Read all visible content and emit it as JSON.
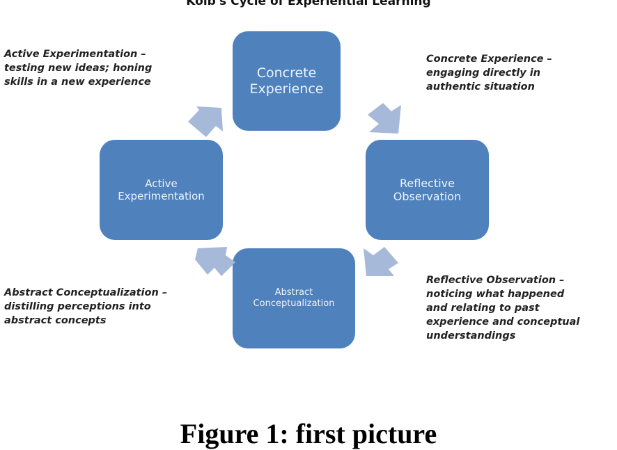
{
  "diagram": {
    "title": "Kolb's Cycle of Experiential Learning",
    "colors": {
      "box": "#4f81bd",
      "box_text": "#eef3fa",
      "arrow": "#a7b9d8"
    },
    "stages": [
      {
        "id": "concrete",
        "line1": "Concrete",
        "line2": "Experience"
      },
      {
        "id": "reflective",
        "line1": "Reflective",
        "line2": "Observation"
      },
      {
        "id": "abstract",
        "line1": "Abstract",
        "line2": "Conceptualization"
      },
      {
        "id": "active",
        "line1": "Active",
        "line2": "Experimentation"
      }
    ],
    "notes": {
      "active": [
        "Active Experimentation –",
        "testing new ideas; honing",
        "skills in a new experience"
      ],
      "concrete": [
        "Concrete Experience –",
        "engaging directly in",
        "authentic situation"
      ],
      "abstract": [
        "Abstract Conceptualization –",
        "distilling perceptions into",
        "abstract concepts"
      ],
      "reflective": [
        "Reflective Observation –",
        "noticing what happened",
        "and relating to past",
        "experience and conceptual",
        "understandings"
      ]
    },
    "arrows": [
      {
        "from": "concrete",
        "to": "reflective",
        "direction": "down-right"
      },
      {
        "from": "reflective",
        "to": "abstract",
        "direction": "down-left"
      },
      {
        "from": "abstract",
        "to": "active",
        "direction": "up-left"
      },
      {
        "from": "active",
        "to": "concrete",
        "direction": "up-right"
      }
    ]
  },
  "caption": "Figure 1: first picture"
}
